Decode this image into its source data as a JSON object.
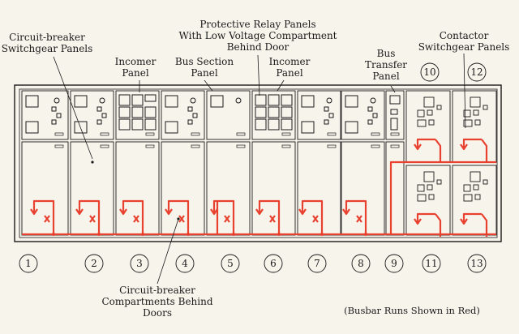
{
  "labels": {
    "circuit_breaker_panels_1": "Circuit-breaker",
    "circuit_breaker_panels_2": "Switchgear Panels",
    "incomer_left_1": "Incomer",
    "incomer_left_2": "Panel",
    "bus_section_1": "Bus Section",
    "bus_section_2": "Panel",
    "protective_relay_1": "Protective Relay Panels",
    "protective_relay_2": "With Low Voltage Compartment",
    "protective_relay_3": "Behind Door",
    "incomer_right_1": "Incomer",
    "incomer_right_2": "Panel",
    "bus_transfer_1": "Bus",
    "bus_transfer_2": "Transfer",
    "bus_transfer_3": "Panel",
    "contactor_1": "Contactor",
    "contactor_2": "Switchgear Panels",
    "cb_compartments_1": "Circuit-breaker",
    "cb_compartments_2": "Compartments Behind",
    "cb_compartments_3": "Doors",
    "busbar_note": "(Busbar Runs Shown in Red)"
  },
  "panel_numbers": [
    "1",
    "2",
    "3",
    "4",
    "5",
    "6",
    "7",
    "8",
    "9",
    "11",
    "13"
  ],
  "top_numbers": [
    "10",
    "12"
  ],
  "colors": {
    "busbar": "#e8412f",
    "ink": "#1a1a1a",
    "paper": "#f7f4ec"
  }
}
